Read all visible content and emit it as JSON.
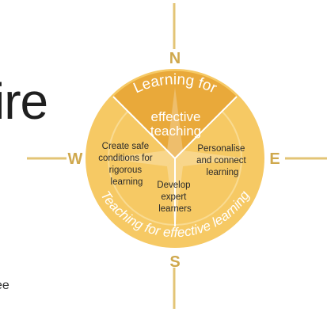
{
  "background_text": {
    "large_fragment": "ire",
    "small_fragment": "ee"
  },
  "compass": {
    "north": "N",
    "south": "S",
    "east": "E",
    "west": "W",
    "colors": {
      "line": "#e3c476",
      "letter": "#cfa84d",
      "disc": "#f6c964",
      "disc_rim": "#ffffff",
      "top_wedge": "#e9a93a",
      "divider": "#ffffff"
    }
  },
  "wheel": {
    "top_segment": {
      "line1": "Learning for",
      "line2": "effective",
      "line3": "teaching"
    },
    "left_segment": [
      "Create safe",
      "conditions for",
      "rigorous",
      "learning"
    ],
    "right_segment": [
      "Personalise",
      "and connect",
      "learning"
    ],
    "bottom_segment": [
      "Develop",
      "expert",
      "learners"
    ],
    "outer_ring_text": "Teaching for effective learning"
  }
}
